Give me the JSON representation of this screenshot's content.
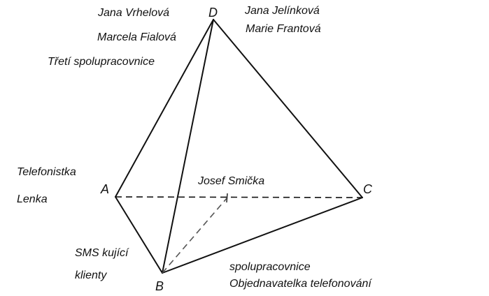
{
  "vertices": {
    "A": "A",
    "B": "B",
    "C": "C",
    "D": "D"
  },
  "labels": {
    "near_D_left": [
      "Jana Vrhelová",
      "Marcela Fialová",
      "Třetí spolupracovnice"
    ],
    "near_D_right": [
      "Jana Jelínková",
      "Marie Frantová"
    ],
    "near_A": [
      "Telefonistka",
      "Lenka"
    ],
    "center": "Josef Smička",
    "near_B_left": [
      "SMS kující",
      "klienty"
    ],
    "near_B_right": [
      "spolupracovnice",
      "Objednavatelka telefonování"
    ]
  },
  "colors": {
    "line": "#111111",
    "text": "#111111",
    "background": "#ffffff"
  }
}
